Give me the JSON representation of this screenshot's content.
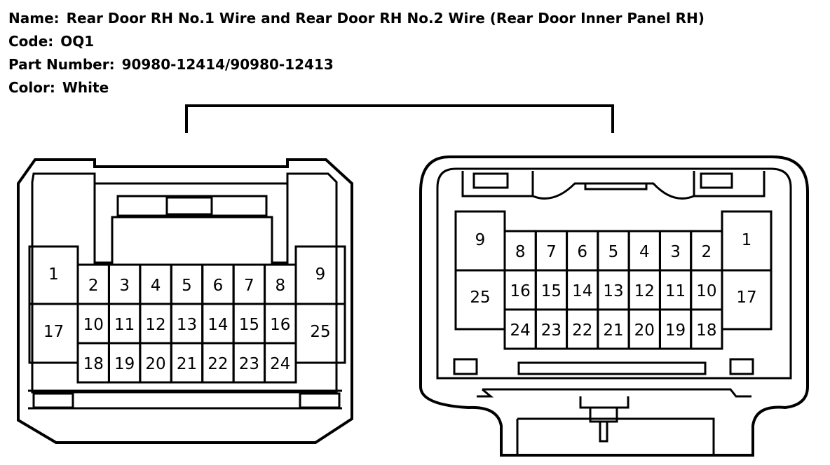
{
  "header": {
    "name_label": "Name:",
    "name_value": "Rear Door RH No.1 Wire and Rear Door RH No.2 Wire (Rear Door Inner Panel RH)",
    "code_label": "Code:",
    "code_value": "OQ1",
    "part_label": "Part Number:",
    "part_value": "90980-12414/90980-12413",
    "color_label": "Color:",
    "color_value": "White"
  },
  "left_connector": {
    "top_pins": [
      "2",
      "3",
      "4",
      "5",
      "6",
      "7",
      "8"
    ],
    "middle_pins": [
      "10",
      "11",
      "12",
      "13",
      "14",
      "15",
      "16"
    ],
    "bottom_pins": [
      "18",
      "19",
      "20",
      "21",
      "22",
      "23",
      "24"
    ],
    "left_col": [
      "1",
      "17"
    ],
    "right_col": [
      "9",
      "25"
    ]
  },
  "right_connector": {
    "top_pins": [
      "8",
      "7",
      "6",
      "5",
      "4",
      "3",
      "2"
    ],
    "middle_pins": [
      "16",
      "15",
      "14",
      "13",
      "12",
      "11",
      "10"
    ],
    "bottom_pins": [
      "24",
      "23",
      "22",
      "21",
      "20",
      "19",
      "18"
    ],
    "left_col": [
      "9",
      "25"
    ],
    "right_col": [
      "1",
      "17"
    ]
  },
  "colors": {
    "line": "#000000",
    "background": "#ffffff"
  }
}
